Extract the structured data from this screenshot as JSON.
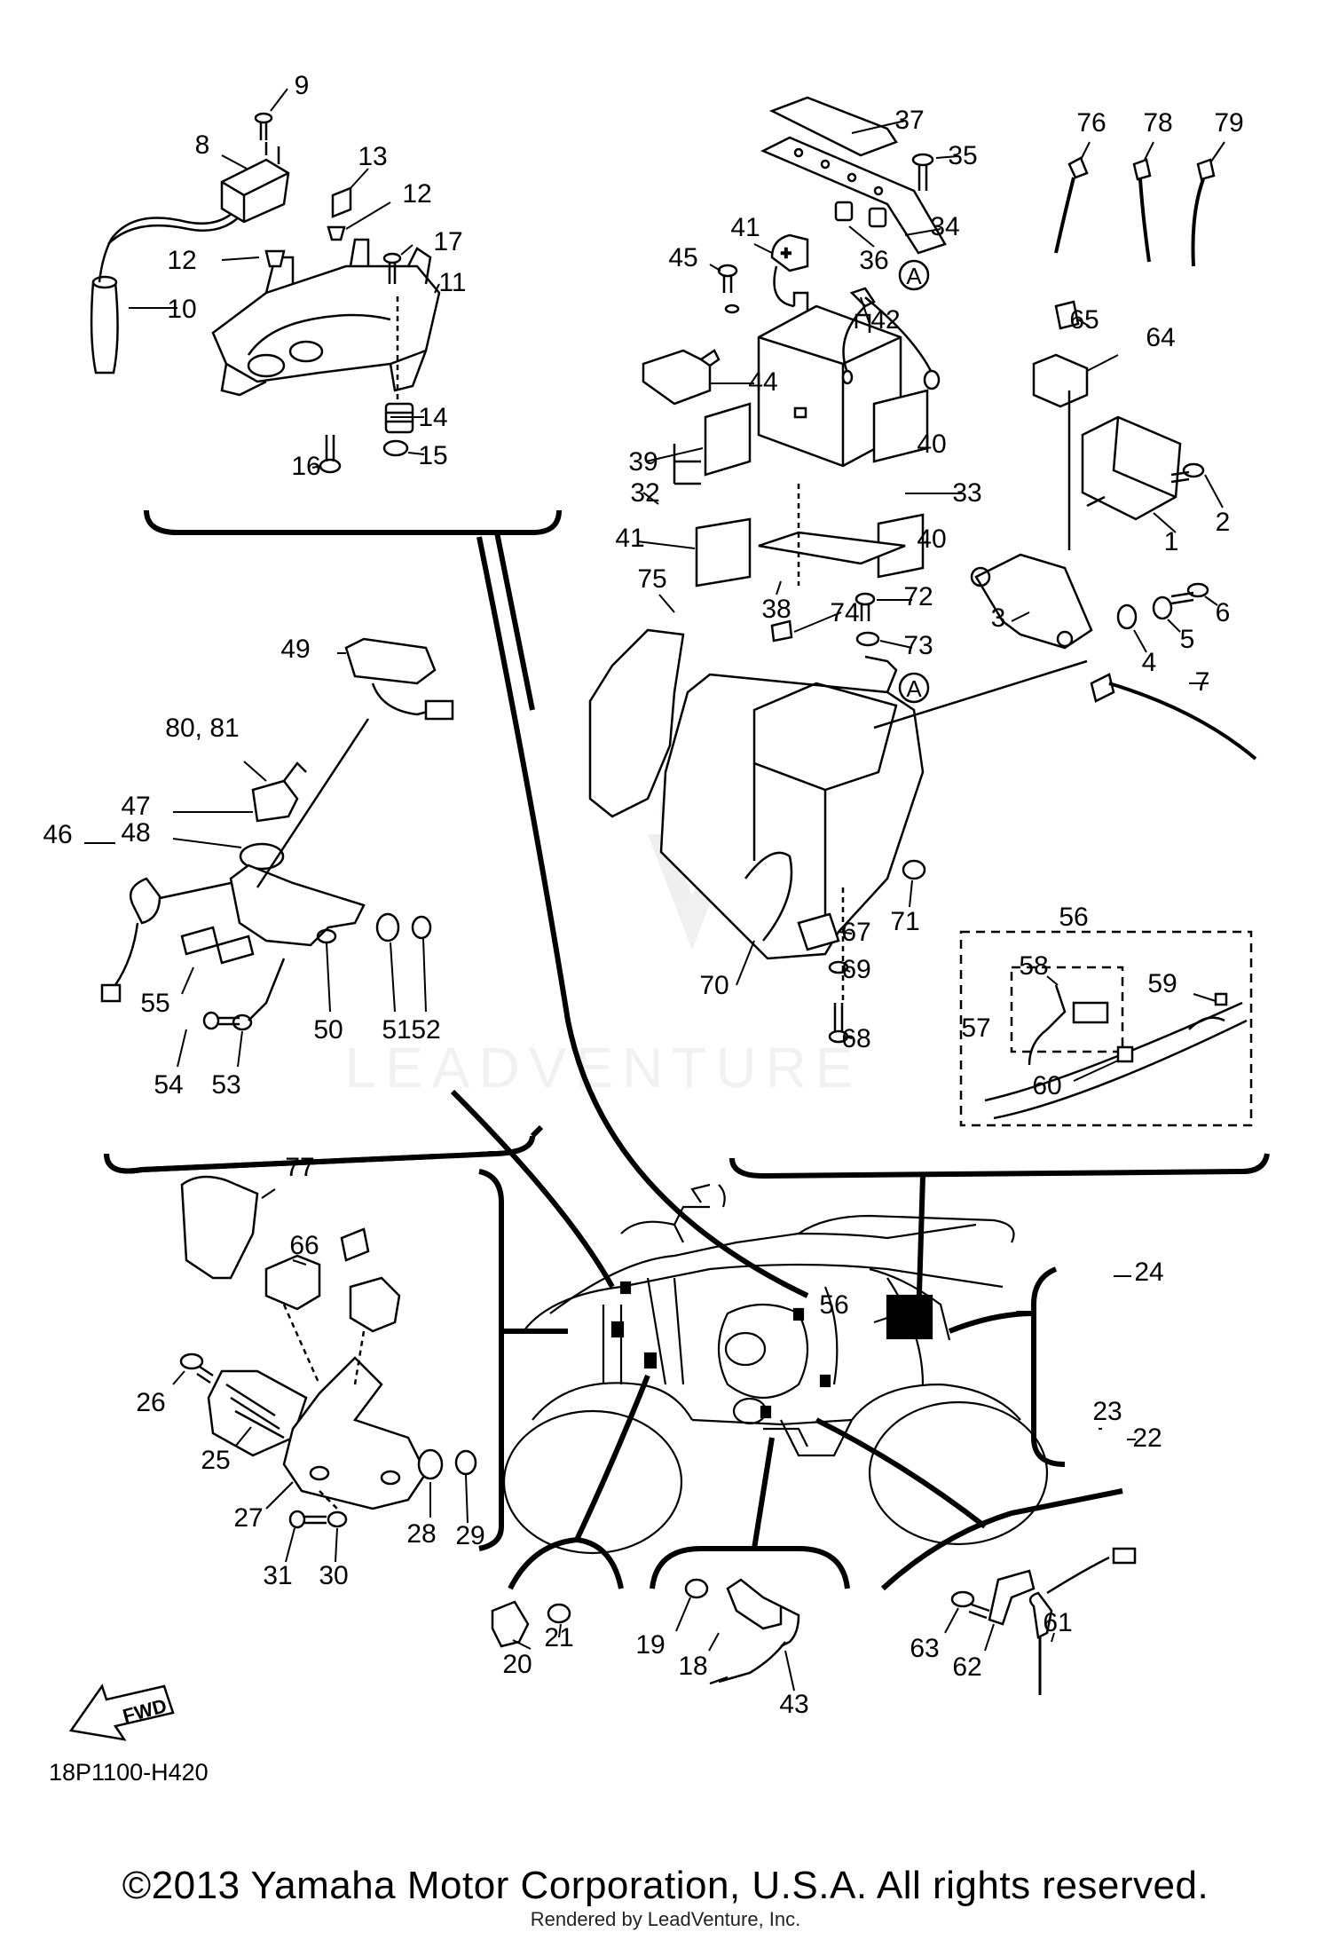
{
  "diagram": {
    "ref_code": "18P1100-H420",
    "fwd_label": "FWD",
    "copyright": "©2013 Yamaha Motor Corporation, U.S.A. All rights reserved.",
    "rendered_by": "Rendered by LeadVenture, Inc.",
    "callout_a": "A",
    "battery_plus": "+",
    "part_numbers": [
      "1",
      "2",
      "3",
      "4",
      "5",
      "6",
      "7",
      "8",
      "9",
      "10",
      "11",
      "12",
      "13",
      "14",
      "15",
      "16",
      "17",
      "18",
      "19",
      "20",
      "21",
      "22",
      "23",
      "24",
      "25",
      "26",
      "27",
      "28",
      "29",
      "30",
      "31",
      "32",
      "33",
      "34",
      "35",
      "36",
      "37",
      "38",
      "39",
      "40",
      "41",
      "42",
      "43",
      "44",
      "45",
      "46",
      "47",
      "48",
      "49",
      "50",
      "51",
      "52",
      "53",
      "54",
      "55",
      "56",
      "57",
      "58",
      "59",
      "60",
      "61",
      "62",
      "63",
      "64",
      "65",
      "66",
      "67",
      "68",
      "69",
      "70",
      "71",
      "72",
      "73",
      "74",
      "75",
      "76",
      "77",
      "78",
      "79",
      "80, 81"
    ]
  },
  "watermark": {
    "text": "LEADVENTURE",
    "logo": "leadventure-logo"
  }
}
